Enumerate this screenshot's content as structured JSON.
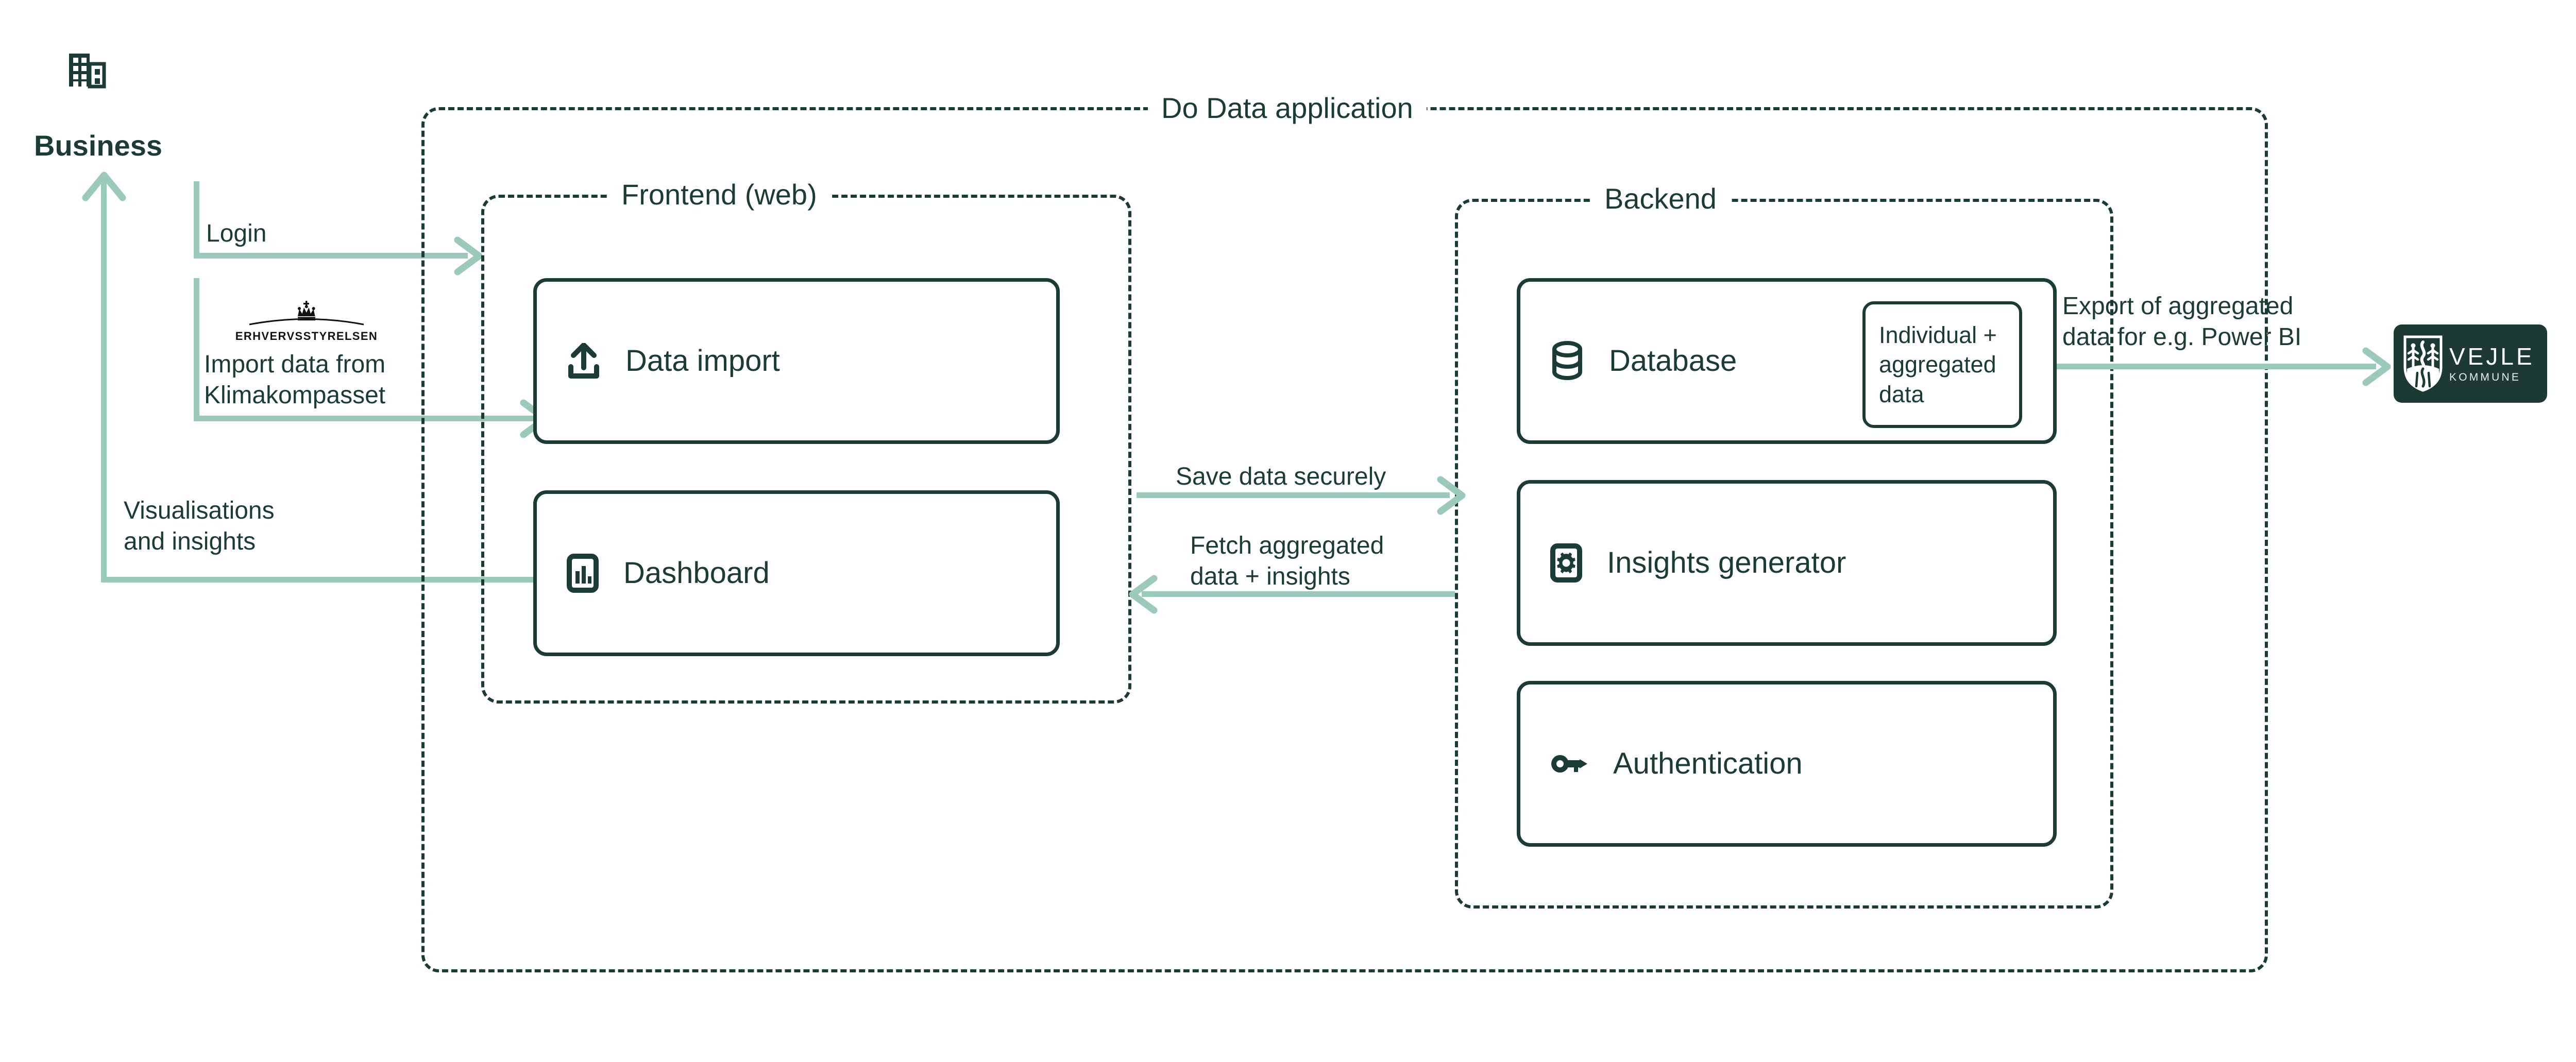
{
  "diagram": {
    "title": "Do Data application architecture",
    "colors": {
      "ink": "#1A3B36",
      "arrow": "#9BC9BA",
      "logo_bg": "#1C3A33",
      "background": "#FFFFFF"
    }
  },
  "actor": {
    "label": "Business",
    "icon": "office-building-icon"
  },
  "external": {
    "klimakompasset_logo": {
      "wordmark": "ERHVERVSSTYRELSEN",
      "icon": "danish-crown-icon"
    },
    "vejle": {
      "main": "VEJLE",
      "sub": "KOMMUNE",
      "icon": "vejle-coat-of-arms-icon"
    }
  },
  "app_frame": {
    "title": "Do Data application"
  },
  "frontend": {
    "title": "Frontend (web)",
    "components": [
      {
        "label": "Data import",
        "icon": "upload-icon"
      },
      {
        "label": "Dashboard",
        "icon": "bar-chart-icon"
      }
    ]
  },
  "backend": {
    "title": "Backend",
    "components": [
      {
        "label": "Database",
        "icon": "database-icon",
        "badge": "Individual + aggregated data"
      },
      {
        "label": "Insights generator",
        "icon": "gear-icon"
      },
      {
        "label": "Authentication",
        "icon": "key-icon"
      }
    ]
  },
  "edges": {
    "login": "Login",
    "import": "Import data from\nKlimakompasset",
    "visualisations": "Visualisations\nand insights",
    "save": "Save data securely",
    "fetch": "Fetch aggregated\ndata + insights",
    "export": "Export of aggregated\ndata for e.g. Power BI"
  }
}
